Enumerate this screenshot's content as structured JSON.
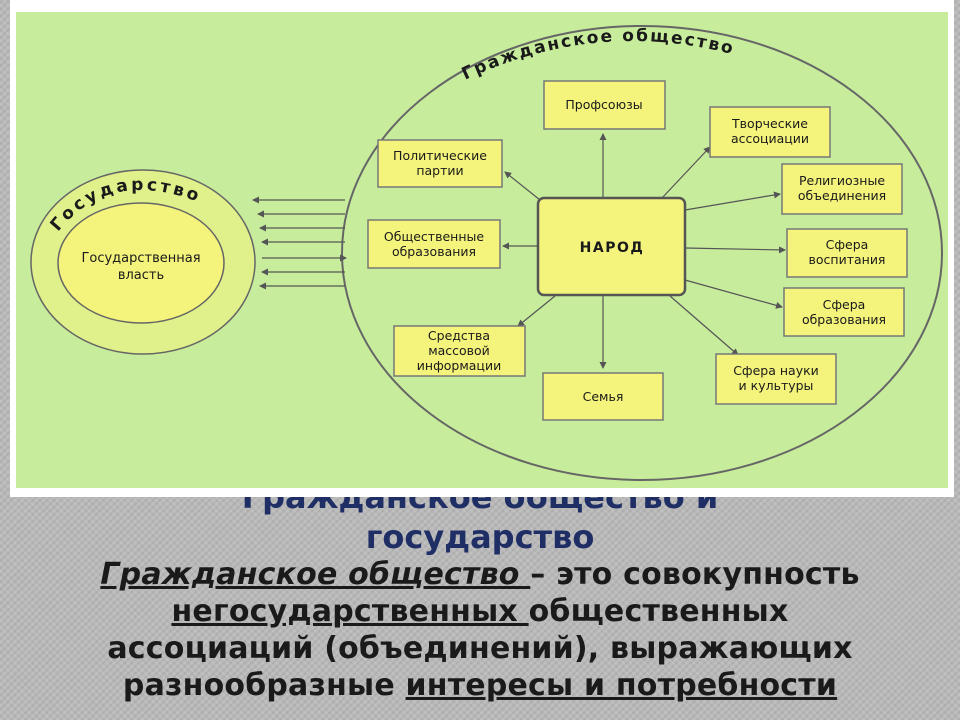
{
  "diagram": {
    "civil_society_label": "Гражданское общество",
    "state_label": "Государство",
    "state_power": [
      "Государственная",
      "власть"
    ],
    "center": "НАРОД",
    "nodes": [
      {
        "id": "trade-unions",
        "lines": [
          "Профсоюзы"
        ]
      },
      {
        "id": "creative-associations",
        "lines": [
          "Творческие",
          "ассоциации"
        ]
      },
      {
        "id": "religious-associations",
        "lines": [
          "Религиозные",
          "объединения"
        ]
      },
      {
        "id": "upbringing",
        "lines": [
          "Сфера",
          "воспитания"
        ]
      },
      {
        "id": "education",
        "lines": [
          "Сфера",
          "образования"
        ]
      },
      {
        "id": "science-culture",
        "lines": [
          "Сфера науки",
          "и культуры"
        ]
      },
      {
        "id": "family",
        "lines": [
          "Семья"
        ]
      },
      {
        "id": "mass-media",
        "lines": [
          "Средства",
          "массовой",
          "информации"
        ]
      },
      {
        "id": "public-organizations",
        "lines": [
          "Общественные",
          "образования"
        ]
      },
      {
        "id": "political-parties",
        "lines": [
          "Политические",
          "партии"
        ]
      }
    ]
  },
  "heading": {
    "line1": "Гражданское общество и",
    "line2": "государство"
  },
  "definition": {
    "term": "Гражданское общество ",
    "dash": "– это совокупность",
    "u1": "негосударственных ",
    "t1": "общественных",
    "t2": "ассоциаций (объединений), выражающих",
    "t3": "разнообразные ",
    "u2": "интересы и потребности"
  }
}
